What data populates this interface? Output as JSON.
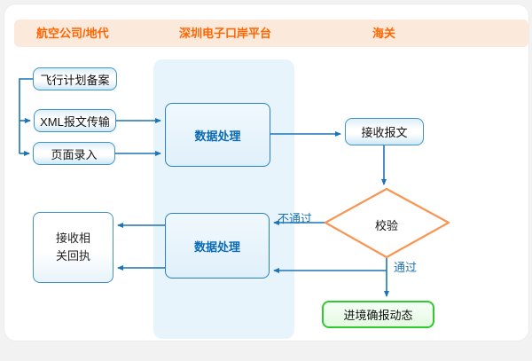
{
  "header": {
    "columns": [
      {
        "label": "航空公司/地代"
      },
      {
        "label": "深圳电子口岸平台"
      },
      {
        "label": "海关"
      }
    ]
  },
  "flowchart": {
    "nodes": {
      "flight_plan": "飞行计划备案",
      "xml_message": "XML报文传输",
      "page_entry": "页面录入",
      "data_processing_top": "数据处理",
      "receive_message": "接收报文",
      "validation": "校验",
      "data_processing_bottom": "数据处理",
      "receive_receipt_line1": "接收相",
      "receive_receipt_line2": "关回执",
      "entry_confirmation": "进境确报动态"
    },
    "edge_labels": {
      "fail": "不通过",
      "pass": "通过"
    }
  },
  "colors": {
    "page_background": "#f2f2f2",
    "card_background": "#ffffff",
    "header_background": "#fbe9dc",
    "header_text": "#ff6600",
    "platform_panel": "#e8f4fc",
    "connector_blue": "#1c74b6",
    "node_border_blue": "#3e94cb",
    "process_text_blue": "#0a6ab5",
    "diamond_border_orange": "#f79552",
    "green_border": "#2fca2f",
    "node_text": "#111111"
  }
}
